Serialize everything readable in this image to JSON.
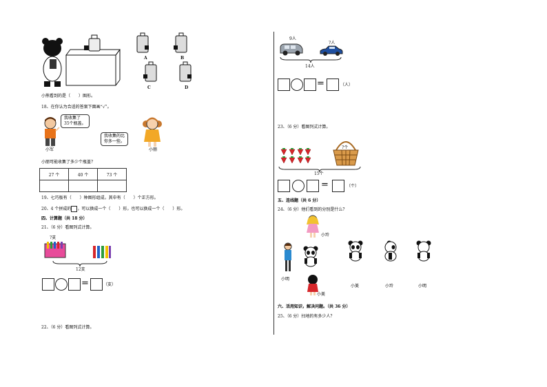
{
  "left": {
    "q17_text": "小熊看到的是（　　）图形。",
    "bottle_options": [
      "A",
      "B",
      "C",
      "D"
    ],
    "q18_title": "18、在你认为合适的答案下面画“√”。",
    "xiaojun_bubble_line1": "我收集了",
    "xiaojun_bubble_line2": "35个瓶盖。",
    "xiaoli_bubble_line1": "我收集的比",
    "xiaoli_bubble_line2": "你多一些。",
    "xiaojun_name": "小军",
    "xiaoli_name": "小丽",
    "q18_question": "小丽可能收集了多少个瓶盖？",
    "table_headers": [
      "27 个",
      "40 个",
      "73 个"
    ],
    "q19_text": "19、七巧板有（　　）种图形组成，其中有（　　）个正方形。",
    "q20_prefix": "20、4 个拼成的",
    "q20_suffix": "，可以换成一个（　　）形，也可以换成一个（　　）形。",
    "section4_title": "四、计算题（共 18 分）",
    "q21_text": "21、（6 分）看图列式计算。",
    "q21_top_label": "?支",
    "q21_bottom_label": "12支",
    "q21_unit": "（支）",
    "q22_text": "22、（6 分）看图列式计算。"
  },
  "right": {
    "car_label1": "9人",
    "car_label2": "?人",
    "car_total": "14人",
    "q22_unit": "（人）",
    "q23_text": "23、（6 分）看图列式计算。",
    "basket_label": "?个",
    "strawberry_total": "15个",
    "q23_unit": "（个）",
    "section5_title": "五、连线题（共 6 分）",
    "q24_text": "24、（6 分）他们看到的分别是什么？",
    "girl_top_name": "小玲",
    "boy_name": "小明",
    "girl_bottom_name": "小美",
    "panda_names": [
      "小美",
      "小玲",
      "小明"
    ],
    "section6_title": "六、活用知识，解决问题。（共 36 分）",
    "q25_text": "25、（6 分）扫地的有多少人？"
  },
  "symbols": {
    "equals": "="
  }
}
